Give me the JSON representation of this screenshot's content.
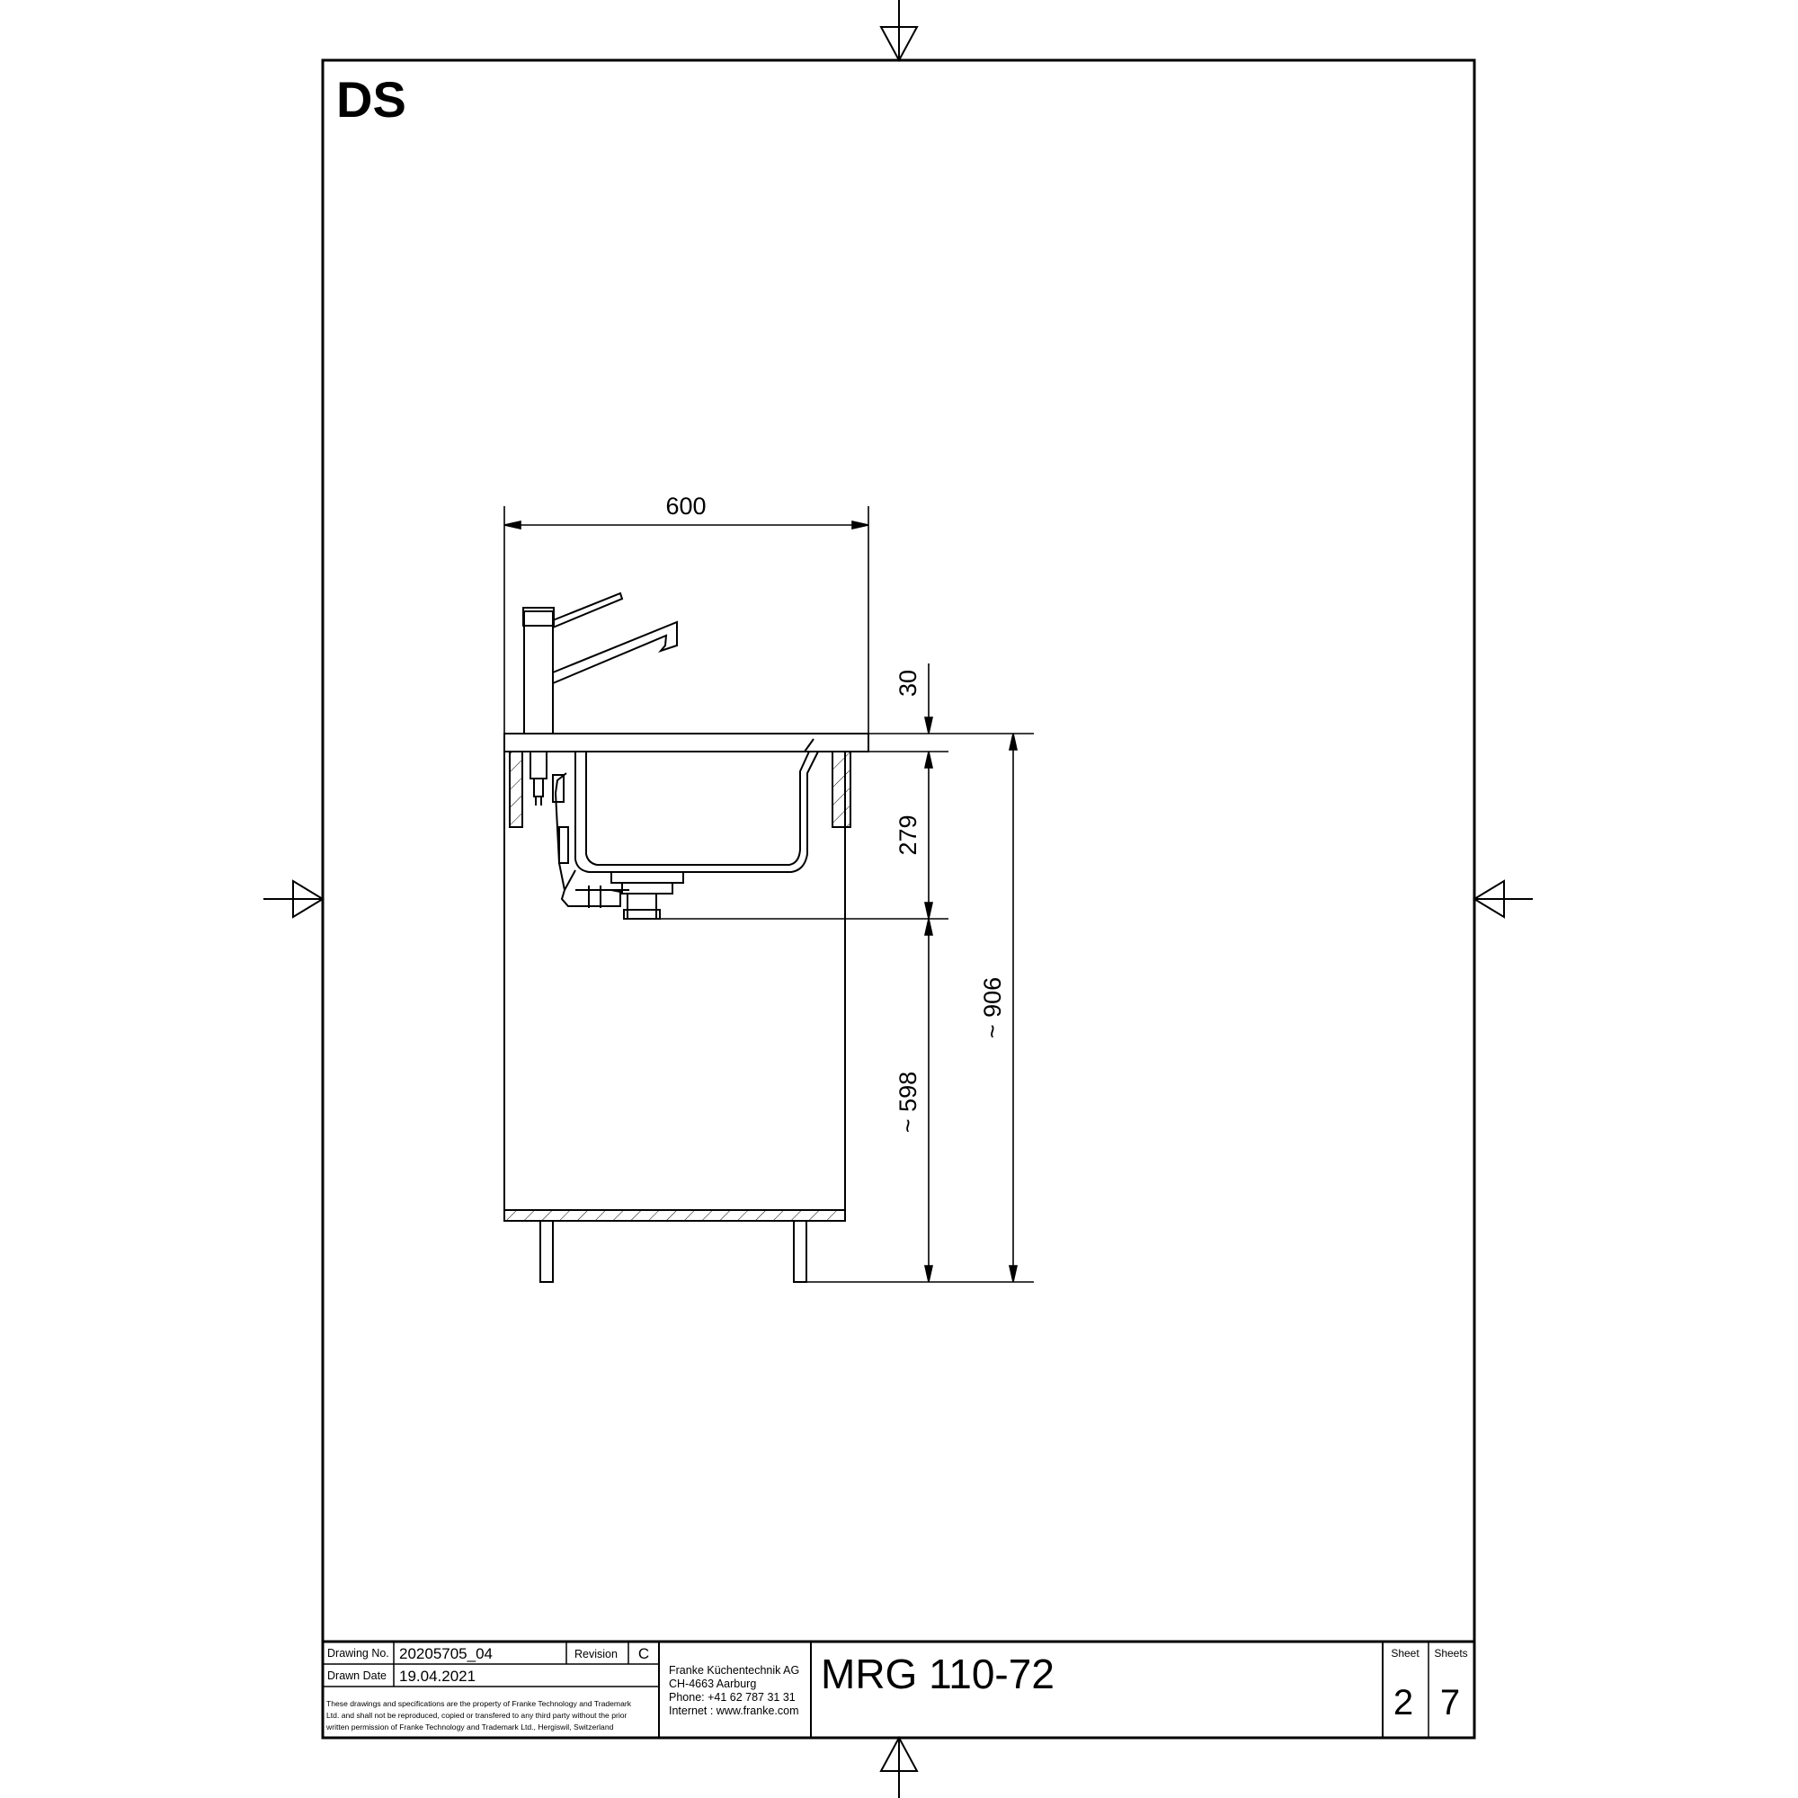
{
  "sheet_label": "DS",
  "dimensions": {
    "width": "600",
    "top_thickness": "30",
    "bowl_depth": "279",
    "under_height": "~ 598",
    "total_height": "~ 906"
  },
  "title_block": {
    "drawing_no_label": "Drawing No.",
    "drawing_no": "20205705_04",
    "revision_label": "Revision",
    "revision": "C",
    "drawn_date_label": "Drawn Date",
    "drawn_date": "19.04.2021",
    "legal_lines": [
      "These drawings and specifications are the property of Franke Technology and Trademark",
      "Ltd. and shall not be reproduced, copied or transfered to any third party without the prior",
      "written permission of Franke Technology and Trademark Ltd., Hergiswil, Switzerland"
    ],
    "company_lines": [
      "Franke Küchentechnik AG",
      "CH-4663 Aarburg",
      "Phone:  +41 62 787 31 31",
      "Internet :  www.franke.com"
    ],
    "title": "MRG 110-72",
    "sheet_label": "Sheet",
    "sheets_label": "Sheets",
    "sheet": "2",
    "sheets": "7"
  }
}
